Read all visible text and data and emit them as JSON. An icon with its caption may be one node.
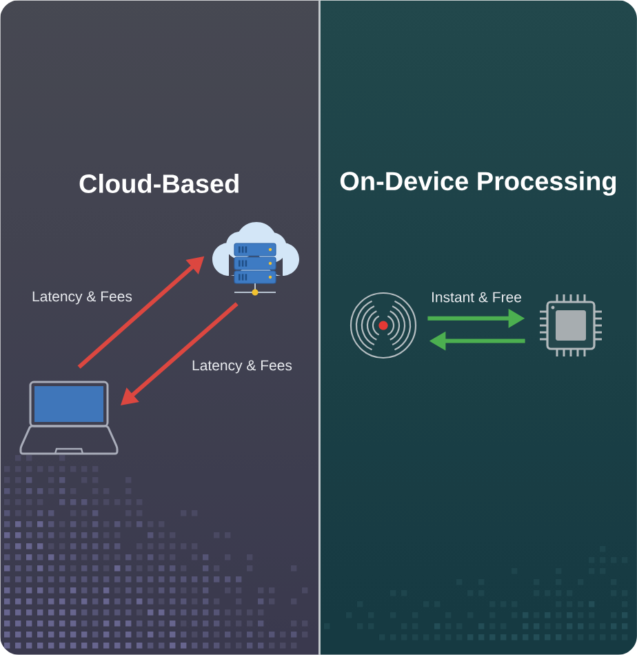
{
  "diagram": {
    "nodes": [
      {
        "text": [
          "Cloud-Based"
        ]
      },
      {
        "text": [
          "On-Device Processing"
        ]
      },
      {
        "text": [],
        "shape": "picture",
        "in": 0
      },
      {
        "text": [],
        "shape": "picture",
        "in": 0
      },
      {
        "text": [],
        "shape": "picture",
        "in": 1
      },
      {
        "text": [],
        "shape": "picture",
        "in": 1
      }
    ],
    "edges": [
      {
        "from": 3,
        "to": 2,
        "arrow": "to",
        "label": "Latency & Fees",
        "color": "#dc4740"
      },
      {
        "from": 2,
        "to": 3,
        "arrow": "to",
        "label": "Latency & Fees",
        "color": "#dc4740"
      },
      {
        "from": 4,
        "to": 5,
        "arrow": "to",
        "label": "Instant & Free",
        "color": "#4caf50"
      },
      {
        "from": 5,
        "to": 4,
        "arrow": "to",
        "color": "#4caf50"
      }
    ]
  }
}
